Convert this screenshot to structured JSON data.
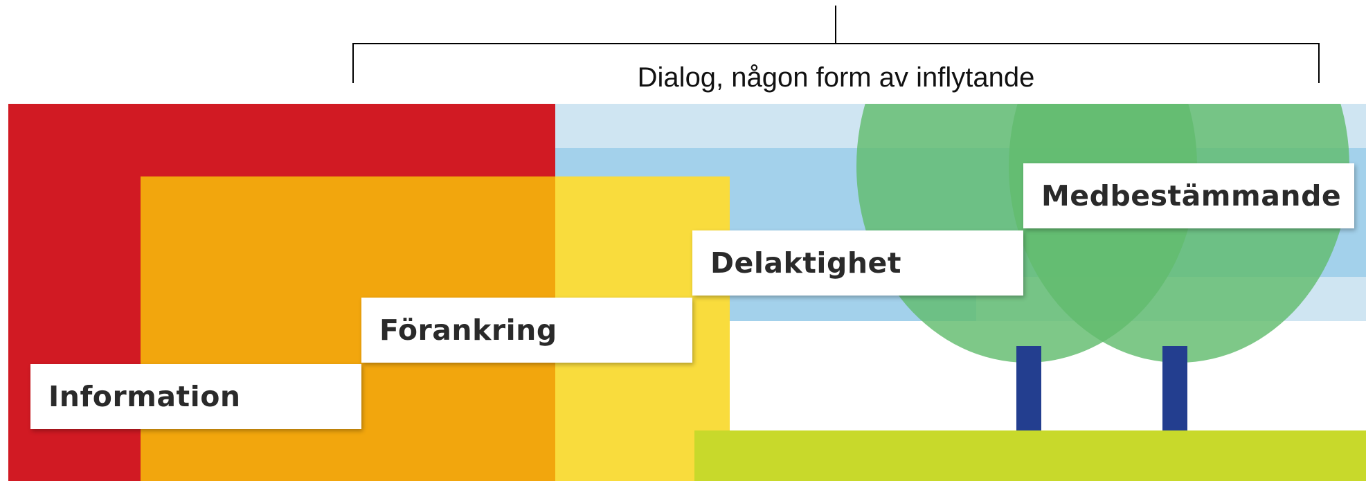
{
  "bracket": {
    "label": "Dialog, någon form av inflytande"
  },
  "steps": [
    {
      "label": "Information"
    },
    {
      "label": "Förankring"
    },
    {
      "label": "Delaktighet"
    },
    {
      "label": "Medbestämmande"
    }
  ],
  "colors": {
    "red": "#D11A23",
    "orange": "#F2A60D",
    "yellow": "#F8D93A",
    "sky_light": "#CFE5F2",
    "sky": "#A3D1EB",
    "tree": "#62BC6E",
    "trunk": "#233E8F",
    "grass": "#C8D92B"
  }
}
